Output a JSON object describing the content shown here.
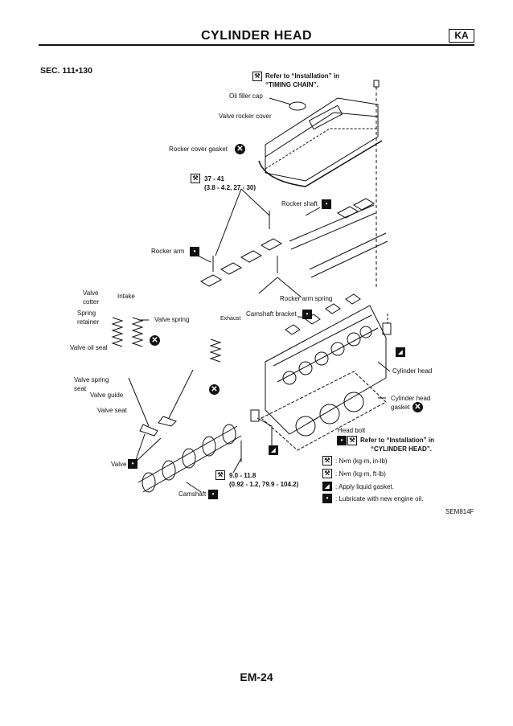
{
  "header": {
    "title": "CYLINDER HEAD",
    "badge": "KA"
  },
  "section": "SEC. 111•130",
  "labels": {
    "refer_timing_1": "Refer to “Installation” in",
    "refer_timing_2": "“TIMING CHAIN”.",
    "oil_filler_cap": "Oil filler cap",
    "valve_rocker_cover": "Valve rocker cover",
    "rocker_cover_gasket": "Rocker cover gasket",
    "torque1_1": "37 - 41",
    "torque1_2": "(3.8 - 4.2, 27 - 30)",
    "rocker_shaft": "Rocker shaft",
    "rocker_arm": "Rocker arm",
    "valve_cotter_1": "Valve",
    "valve_cotter_2": "cotter",
    "intake": "Intake",
    "spring_retainer_1": "Spring",
    "spring_retainer_2": "retainer",
    "valve_spring": "Valve spring",
    "exhaust": "Exhaust",
    "rocker_arm_spring": "Rocker arm spring",
    "camshaft_bracket": "Camshaft bracket",
    "valve_oil_seal": "Valve oil seal",
    "valve_spring_seat_1": "Valve spring",
    "valve_spring_seat_2": "seat",
    "valve_guide": "Valve guide",
    "valve_seat": "Valve seat",
    "cylinder_head": "Cylinder head",
    "cylinder_head_gasket_1": "Cylinder head",
    "cylinder_head_gasket_2": "gasket",
    "head_bolt": "Head bolt",
    "refer_head_1": "Refer to “Installation” in",
    "refer_head_2": "“CYLINDER HEAD”.",
    "valve": "Valve",
    "torque2_1": "9.0 - 11.8",
    "torque2_2": "(0.92 - 1.2, 79.9 - 104.2)",
    "camshaft": "Camshaft"
  },
  "legend": {
    "nm_kgm_inlb": ": N•m (kg-m, in-lb)",
    "nm_kgm_ftlb": ": N•m (kg-m, ft-lb)",
    "liquid_gasket": ": Apply liquid gasket.",
    "lubricate": ": Lubricate with new engine oil."
  },
  "figure_code": "SEM814F",
  "page_number": "EM-24"
}
